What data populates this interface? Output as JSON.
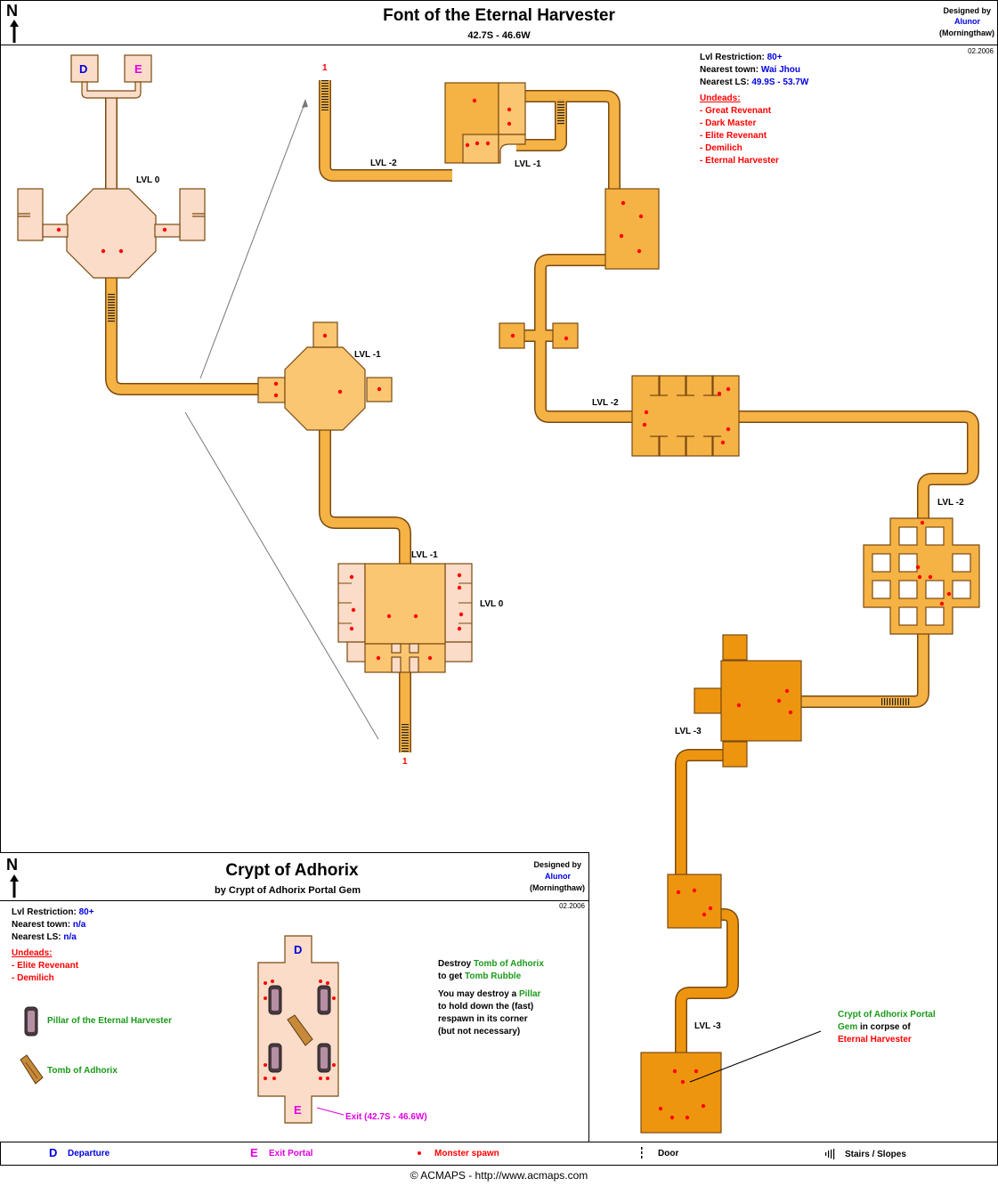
{
  "header": {
    "title": "Font of the Eternal Harvester",
    "coords": "42.7S - 46.6W",
    "designed_by_label": "Designed by",
    "designer": "Alunor",
    "server": "(Morningthaw)",
    "date": "02.2006",
    "north": "N"
  },
  "info": {
    "lvl_label": "Lvl Restriction:",
    "lvl_value": "80+",
    "town_label": "Nearest town:",
    "town_value": "Wai Jhou",
    "ls_label": "Nearest LS:",
    "ls_value": "49.9S - 53.7W",
    "undeads_label": "Undeads:",
    "undeads": [
      "- Great Revenant",
      "- Dark Master",
      "- Elite Revenant",
      "- Demilich",
      "- Eternal Harvester"
    ]
  },
  "map_labels": {
    "d": "D",
    "e": "E",
    "one": "1",
    "lvl0": "LVL 0",
    "lvlm1": "LVL -1",
    "lvlm2": "LVL -2",
    "lvlm3": "LVL -3"
  },
  "callout": {
    "line1a": "Crypt of Adhorix Portal",
    "line2a": "Gem",
    "line2b": " in corpse of",
    "line3": "Eternal Harvester"
  },
  "crypt": {
    "title": "Crypt of Adhorix",
    "subtitle": "by Crypt of Adhorix Portal Gem",
    "designed_by_label": "Designed by",
    "designer": "Alunor",
    "server": "(Morningthaw)",
    "date": "02.2006",
    "north": "N",
    "lvl_label": "Lvl Restriction:",
    "lvl_value": "80+",
    "town_label": "Nearest town:",
    "town_value": "n/a",
    "ls_label": "Nearest LS:",
    "ls_value": "n/a",
    "undeads_label": "Undeads:",
    "undeads": [
      "- Elite Revenant",
      "- Demilich"
    ],
    "pillar_legend": "Pillar of the Eternal Harvester",
    "tomb_legend": "Tomb of Adhorix",
    "destroy_a": "Destroy ",
    "destroy_b": "Tomb of Adhorix",
    "destroy_c": "to get ",
    "destroy_d": "Tomb Rubble",
    "pillar_a": "You may destroy a ",
    "pillar_b": "Pillar",
    "pillar_c": "to hold down the (fast)",
    "pillar_d": "respawn in its corner",
    "pillar_e": "(but not necessary)",
    "exit_label": "Exit (42.7S - 46.6W)"
  },
  "legend": {
    "d_symbol": "D",
    "departure": "Departure",
    "e_symbol": "E",
    "exit_portal": "Exit Portal",
    "monster": "Monster spawn",
    "door": "Door",
    "stairs": "Stairs / Slopes"
  },
  "footer": "© ACMAPS - http://www.acmaps.com",
  "colors": {
    "lvl0": "#fbdcc8",
    "lvlm1": "#fbc672",
    "lvlm2": "#f5b245",
    "lvlm3": "#ee950f",
    "spawn": "#ff0000"
  }
}
